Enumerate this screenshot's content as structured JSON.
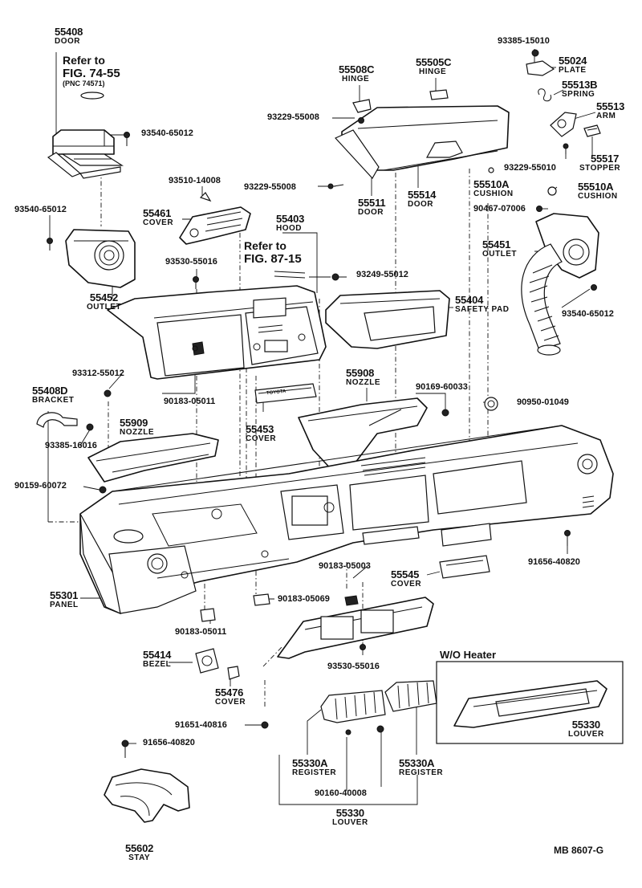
{
  "labels": {
    "p55408": {
      "number": "55408",
      "name": "DOOR"
    },
    "refer1": {
      "line1": "Refer to",
      "line2": "FIG. 74-55",
      "line3": "(PNC 74571)"
    },
    "b93540a": "93540-65012",
    "b93540b": "93540-65012",
    "b93540c": "93540-65012",
    "p55452": {
      "number": "55452",
      "name": "OUTLET"
    },
    "b93510": "93510-14008",
    "p55461": {
      "number": "55461",
      "name": "COVER"
    },
    "p55403": {
      "number": "55403",
      "name": "HOOD"
    },
    "refer2": {
      "line1": "Refer to",
      "line2": "FIG. 87-15"
    },
    "b93530a": "93530-55016",
    "b93530b": "93530-55016",
    "b93249": "93249-55012",
    "p55404": {
      "number": "55404",
      "name": "SAFETY PAD"
    },
    "p55508C": {
      "number": "55508C",
      "name": "HINGE"
    },
    "p55505C": {
      "number": "55505C",
      "name": "HINGE"
    },
    "b93229a": "93229-55008",
    "b93229b": "93229-55008",
    "b93229c": "93229-55010",
    "p55511": {
      "number": "55511",
      "name": "DOOR"
    },
    "p55514": {
      "number": "55514",
      "name": "DOOR"
    },
    "b93385a": "93385-15010",
    "b93385b": "93385-16016",
    "p55024": {
      "number": "55024",
      "name": "PLATE"
    },
    "p55513B": {
      "number": "55513B",
      "name": "SPRING"
    },
    "p55513": {
      "number": "55513",
      "name": "ARM"
    },
    "p55517": {
      "number": "55517",
      "name": "STOPPER"
    },
    "p55510A_1": {
      "number": "55510A",
      "name": "CUSHION"
    },
    "p55510A_2": {
      "number": "55510A",
      "name": "CUSHION"
    },
    "b90467": "90467-07006",
    "p55451": {
      "number": "55451",
      "name": "OUTLET"
    },
    "b93312": "93312-55012",
    "p55408D": {
      "number": "55408D",
      "name": "BRACKET"
    },
    "b90183a": "90183-05011",
    "b90183b": "90183-05011",
    "b90183c": "90183-05003",
    "b90183d": "90183-05069",
    "p55453": {
      "number": "55453",
      "name": "COVER"
    },
    "p55908": {
      "number": "55908",
      "name": "NOZZLE"
    },
    "b90169": "90169-60033",
    "b90950": "90950-01049",
    "p55909": {
      "number": "55909",
      "name": "NOZZLE"
    },
    "b90159": "90159-60072",
    "b91656a": "91656-40820",
    "b91656b": "91656-40820",
    "p55545": {
      "number": "55545",
      "name": "COVER"
    },
    "p55301": {
      "number": "55301",
      "name": "PANEL"
    },
    "p55414": {
      "number": "55414",
      "name": "BEZEL"
    },
    "p55476": {
      "number": "55476",
      "name": "COVER"
    },
    "b91651": "91651-40816",
    "woHeader": "W/O Heater",
    "p55330_wo": {
      "number": "55330",
      "name": "LOUVER"
    },
    "p55330A_1": {
      "number": "55330A",
      "name": "REGISTER"
    },
    "p55330A_2": {
      "number": "55330A",
      "name": "REGISTER"
    },
    "b90160": "90160-40008",
    "p55330": {
      "number": "55330",
      "name": "LOUVER"
    },
    "p55602": {
      "number": "55602",
      "name": "STAY"
    },
    "footer": "MB  8607-G",
    "stamp": "TOYOTA"
  }
}
